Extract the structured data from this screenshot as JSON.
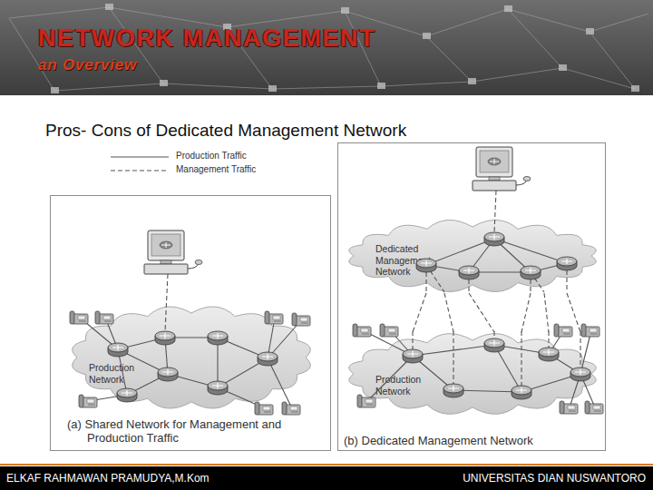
{
  "diagram": {
    "title": "NETWORK MANAGEMENT",
    "nodes": [
      {
        "text": [
          "(a) Shared Network for Management and Production Traffic"
        ]
      },
      {
        "text": [
          "Production Network"
        ],
        "in": 0
      },
      {
        "text": [
          "(b) Dedicated Management Network"
        ]
      },
      {
        "text": [
          "Dedicated Management Network"
        ],
        "in": 2
      },
      {
        "text": [
          "Production Network"
        ],
        "in": 2
      }
    ],
    "edges": [
      {
        "from": 3,
        "to": 4,
        "arrow": "none"
      },
      {
        "from": 3,
        "to": 4,
        "arrow": "none"
      },
      {
        "from": 3,
        "to": 4,
        "arrow": "none"
      },
      {
        "from": 3,
        "to": 4,
        "arrow": "none"
      },
      {
        "from": 3,
        "to": 4,
        "arrow": "none"
      },
      {
        "from": 3,
        "to": 4,
        "arrow": "none"
      }
    ],
    "labels": [
      "an Overview",
      "Pros- Cons of Dedicated Management Network",
      "ELKAF RAHMAWAN PRAMUDYA,M.Kom",
      "UNIVERSITAS DIAN NUSWANTORO"
    ],
    "legend": [
      {
        "text": "Production Traffic"
      },
      {
        "text": "Management Traffic"
      }
    ]
  }
}
